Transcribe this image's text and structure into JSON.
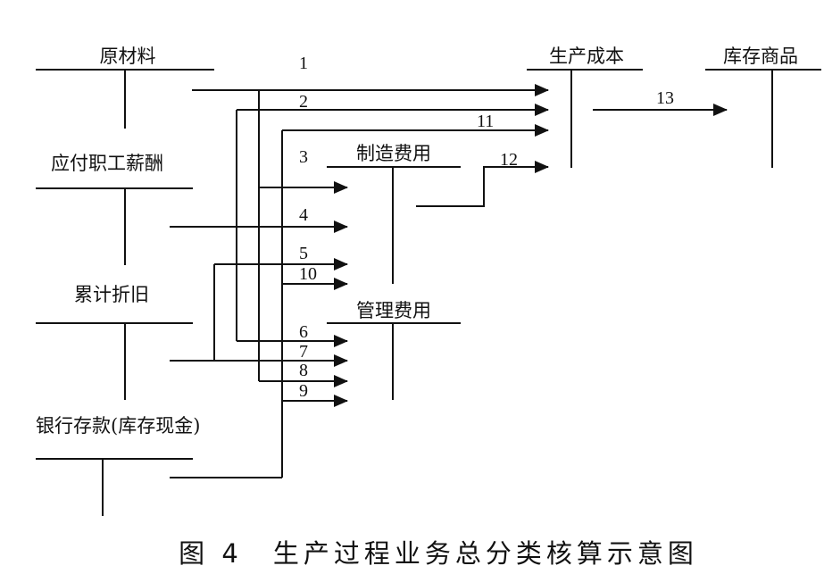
{
  "accounts": {
    "raw_materials": "原材料",
    "payroll_payable": "应付职工薪酬",
    "accumulated_depreciation": "累计折旧",
    "bank_deposit": "银行存款(库存现金)",
    "production_cost": "生产成本",
    "inventory_goods": "库存商品",
    "manufacturing_overhead": "制造费用",
    "admin_expenses": "管理费用"
  },
  "flow_labels": {
    "n1": "1",
    "n2": "2",
    "n3": "3",
    "n4": "4",
    "n5": "5",
    "n6": "6",
    "n7": "7",
    "n8": "8",
    "n9": "9",
    "n10": "10",
    "n11": "11",
    "n12": "12",
    "n13": "13"
  },
  "caption": "图 4　生产过程业务总分类核算示意图"
}
